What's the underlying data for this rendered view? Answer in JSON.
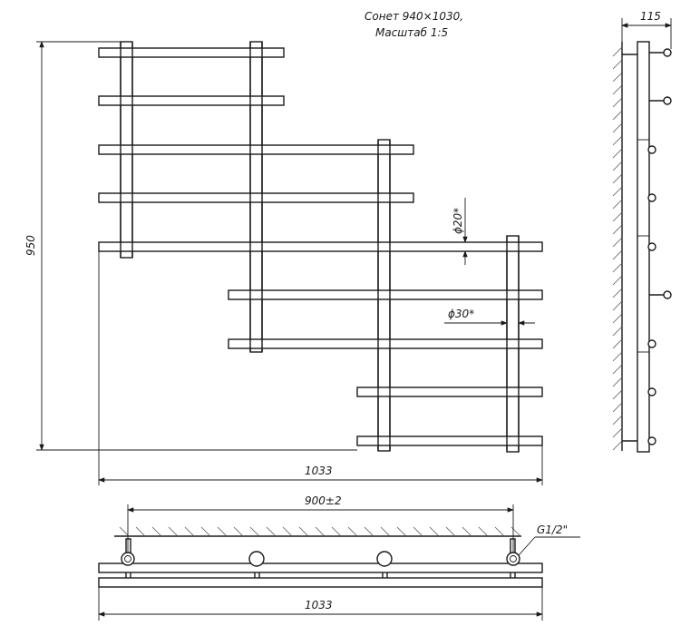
{
  "title": {
    "line1": "Сонет 940×1030,",
    "line2": "Масштаб 1:5"
  },
  "dimensions": {
    "height_front": "950",
    "width_front": "1033",
    "depth_side": "115",
    "collector_spacing": "900±2",
    "width_top": "1033",
    "tube_small": "ϕ20*",
    "tube_large": "ϕ30*",
    "thread": "G1/2\""
  }
}
